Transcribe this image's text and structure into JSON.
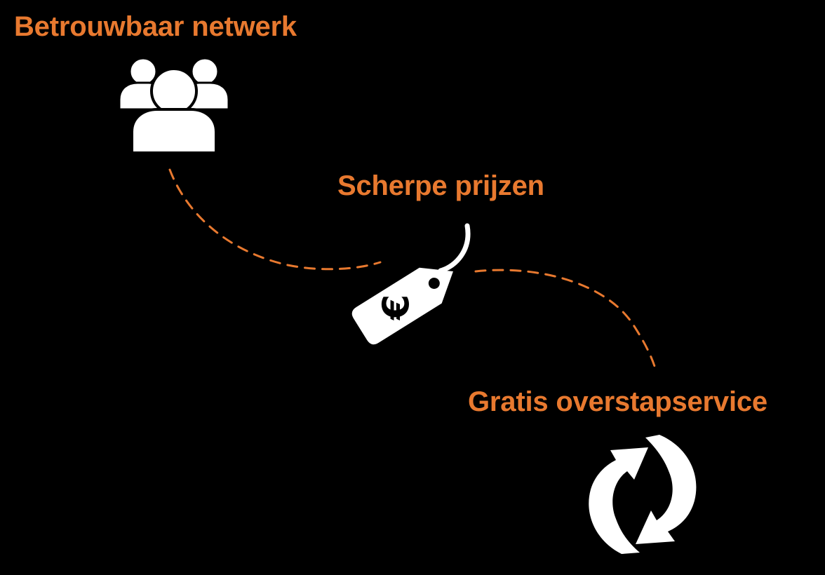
{
  "colors": {
    "background": "#000000",
    "accent": "#E8792F",
    "icon": "#FFFFFF"
  },
  "features": [
    {
      "title": "Betrouwbaar netwerk",
      "icon": "people-group-icon"
    },
    {
      "title": "Scherpe prijzen",
      "icon": "euro-price-tag-icon"
    },
    {
      "title": "Gratis overstapservice",
      "icon": "refresh-cycle-icon"
    }
  ],
  "connector": {
    "style": "dashed",
    "color": "#E8792F"
  }
}
